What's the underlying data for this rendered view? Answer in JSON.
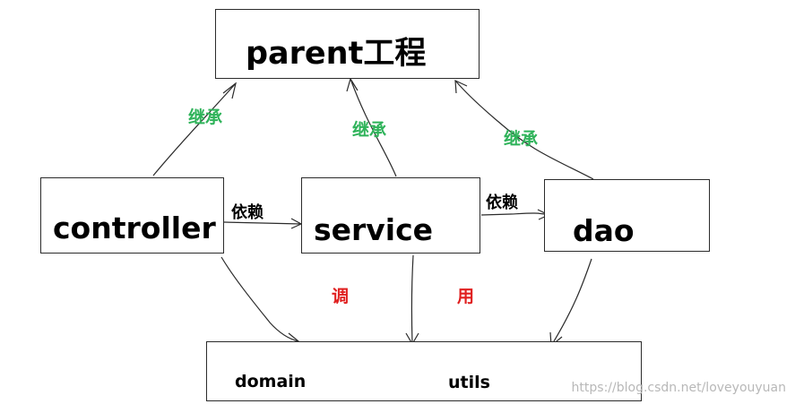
{
  "nodes": {
    "parent": "parent工程",
    "controller": "controller",
    "service": "service",
    "dao": "dao",
    "domain": "domain",
    "utils": "utils"
  },
  "edges": {
    "inherit": "继承",
    "depend": "依赖",
    "call_left": "调",
    "call_right": "用"
  },
  "colors": {
    "inherit": "#2fb35a",
    "call": "#e02020",
    "line": "#2b2b2b"
  },
  "watermark": "https://blog.csdn.net/loveyouyuan"
}
